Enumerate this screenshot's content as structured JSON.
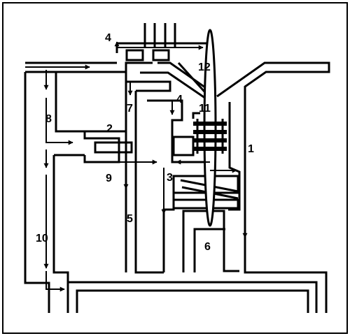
{
  "diagram": {
    "stroke_color": "#000000",
    "background_color": "#ffffff",
    "labels": {
      "l1": "1",
      "l2": "2",
      "l3": "3",
      "l4a": "4",
      "l4b": "4",
      "l5": "5",
      "l6": "6",
      "l7": "7",
      "l8": "8",
      "l9": "9",
      "l10": "10",
      "l11": "11",
      "l12": "12"
    }
  }
}
